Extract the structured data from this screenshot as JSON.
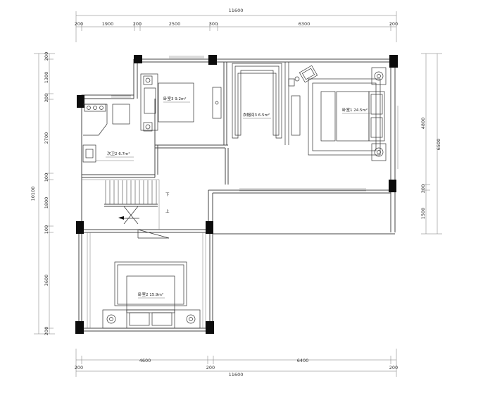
{
  "dimensions": {
    "top_total": "11600",
    "top_segments": [
      "200",
      "1900",
      "200",
      "2500",
      "300",
      "6300",
      "200"
    ],
    "bottom_segments": [
      "200",
      "4600",
      "200",
      "6400",
      "200"
    ],
    "bottom_total": "11600",
    "left_total": "10100",
    "left_segments": [
      "200",
      "1300",
      "200",
      "2700",
      "100",
      "1800",
      "100",
      "3600",
      "200"
    ],
    "right_segments": [
      "4800",
      "200",
      "1500"
    ],
    "right_total": "6500"
  },
  "rooms": {
    "bedroom3": "卧室3  9.2m²",
    "walkin_closet": "衣帽间3  6.5m²",
    "bedroom1": "卧室1  24.5m²",
    "bathroom2": "次卫2  6.7m²",
    "bedroom2": "卧室2  15.9m²"
  },
  "stair_labels": {
    "down": "下",
    "up": "上"
  }
}
